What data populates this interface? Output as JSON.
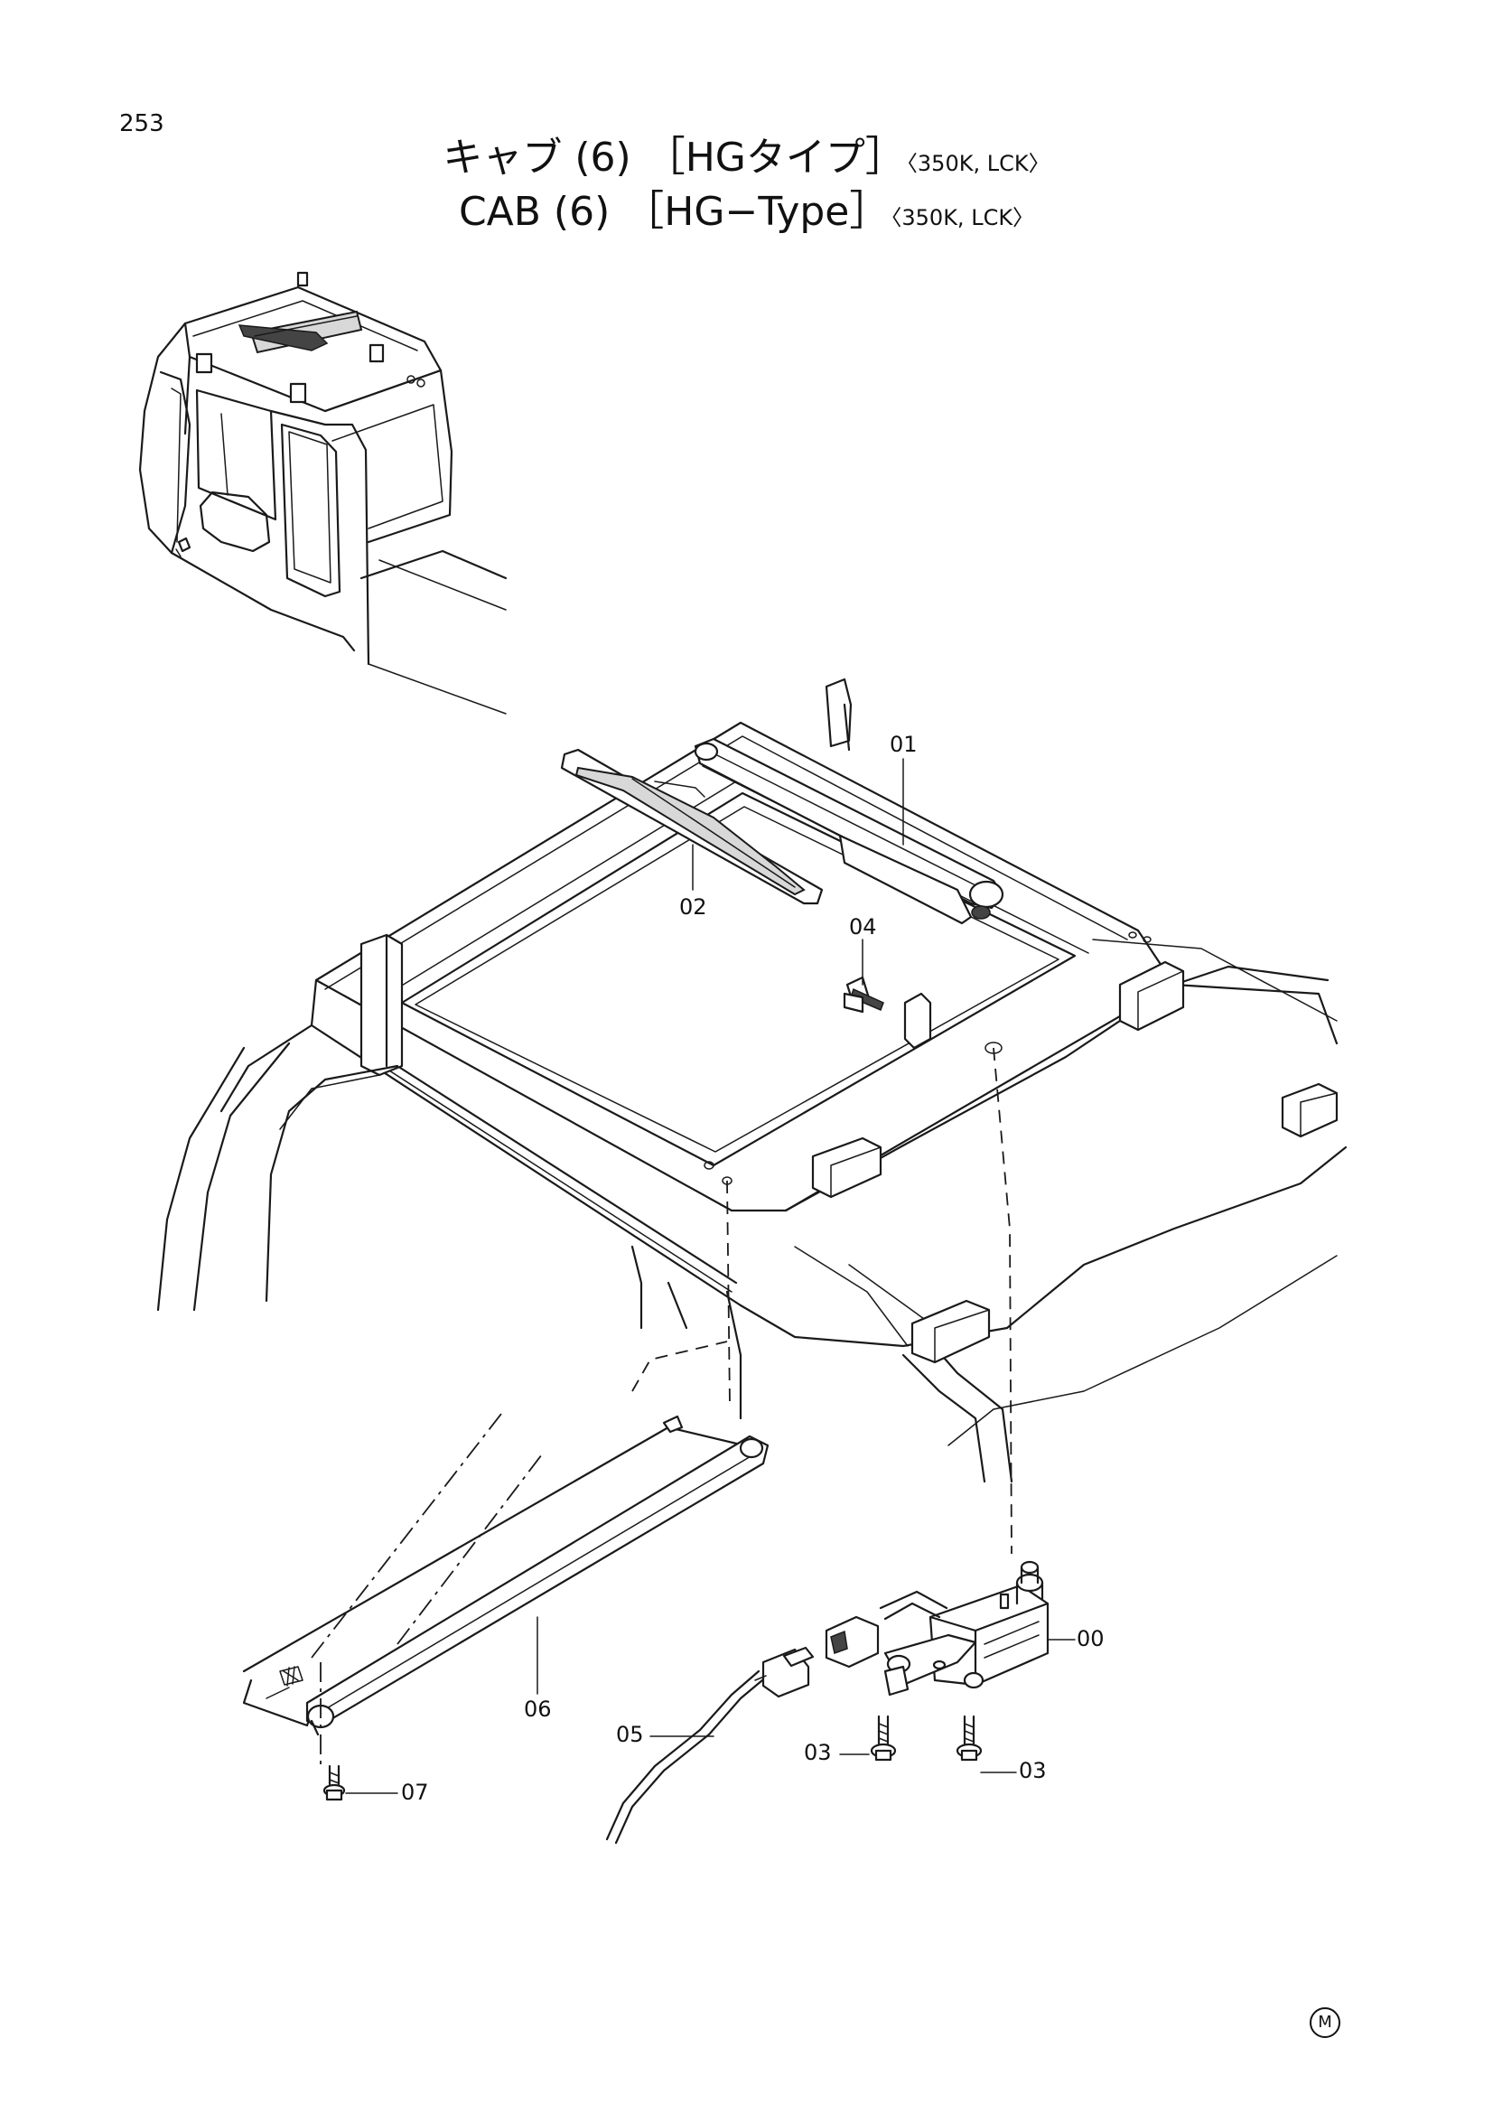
{
  "page_number": "253",
  "title": {
    "jp": {
      "main": "キャブ (6)",
      "bracket_open": "［",
      "type": "HGタイプ",
      "bracket_close": "］",
      "variant": "〈350K, LCK〉"
    },
    "en": {
      "main": "CAB  (6)",
      "bracket_open": "［",
      "type": "HG−Type",
      "bracket_close": "］",
      "variant": "〈350K, LCK〉"
    }
  },
  "callouts": [
    {
      "id": "c01",
      "text": "01"
    },
    {
      "id": "c02",
      "text": "02"
    },
    {
      "id": "c04",
      "text": "04"
    },
    {
      "id": "c00",
      "text": "00"
    },
    {
      "id": "c06",
      "text": "06"
    },
    {
      "id": "c05",
      "text": "05"
    },
    {
      "id": "c03a",
      "text": "03"
    },
    {
      "id": "c03b",
      "text": "03"
    },
    {
      "id": "c07",
      "text": "07"
    }
  ],
  "corner_mark": "M"
}
